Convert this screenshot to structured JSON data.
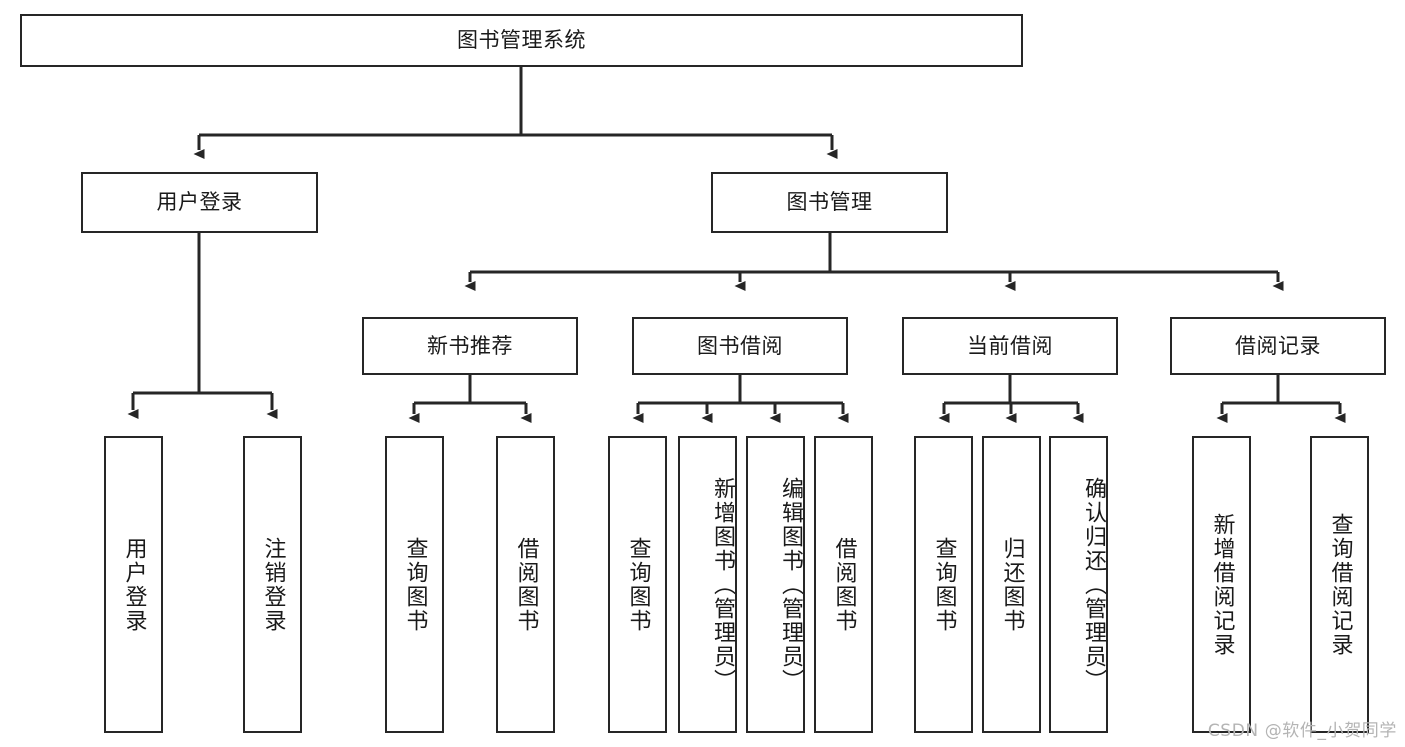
{
  "diagram": {
    "title": "图书管理系统",
    "type": "tree-hierarchy-diagram",
    "root": {
      "id": "root",
      "label": "图书管理系统"
    },
    "level1": [
      {
        "id": "user-login",
        "label": "用户登录"
      },
      {
        "id": "book-manage",
        "label": "图书管理"
      }
    ],
    "level2": [
      {
        "id": "new-book-rec",
        "label": "新书推荐",
        "parent": "book-manage"
      },
      {
        "id": "book-borrow",
        "label": "图书借阅",
        "parent": "book-manage"
      },
      {
        "id": "current-borrow",
        "label": "当前借阅",
        "parent": "book-manage"
      },
      {
        "id": "borrow-record",
        "label": "借阅记录",
        "parent": "book-manage"
      }
    ],
    "leaves": [
      {
        "id": "leaf-user-login",
        "label": "用户登录",
        "parent": "user-login"
      },
      {
        "id": "leaf-logout",
        "label": "注销登录",
        "parent": "user-login"
      },
      {
        "id": "leaf-query-book-1",
        "label": "查询图书",
        "parent": "new-book-rec"
      },
      {
        "id": "leaf-borrow-book-1",
        "label": "借阅图书",
        "parent": "new-book-rec"
      },
      {
        "id": "leaf-query-book-2",
        "label": "查询图书",
        "parent": "book-borrow"
      },
      {
        "id": "leaf-add-book",
        "label": "新增图书（管理员）",
        "parent": "book-borrow"
      },
      {
        "id": "leaf-edit-book",
        "label": "编辑图书（管理员）",
        "parent": "book-borrow"
      },
      {
        "id": "leaf-borrow-book-2",
        "label": "借阅图书",
        "parent": "book-borrow"
      },
      {
        "id": "leaf-query-book-3",
        "label": "查询图书",
        "parent": "current-borrow"
      },
      {
        "id": "leaf-return-book",
        "label": "归还图书",
        "parent": "current-borrow"
      },
      {
        "id": "leaf-confirm-return",
        "label": "确认归还（管理员）",
        "parent": "current-borrow"
      },
      {
        "id": "leaf-add-record",
        "label": "新增借阅记录",
        "parent": "borrow-record"
      },
      {
        "id": "leaf-query-record",
        "label": "查询借阅记录",
        "parent": "borrow-record"
      }
    ],
    "watermark": "CSDN @软件_小贺同学",
    "colors": {
      "stroke": "#262626",
      "fill": "#ffffff",
      "text": "#1a1a1a",
      "watermark": "#b4b4b4"
    }
  }
}
